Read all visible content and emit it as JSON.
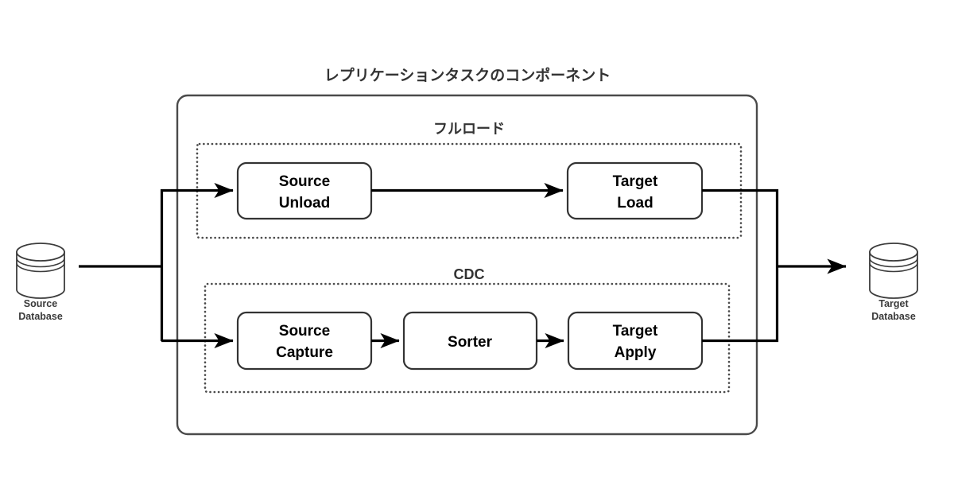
{
  "diagram": {
    "title": "レプリケーションタスクのコンポーネント",
    "type": "flow-diagram",
    "background_color": "#ffffff",
    "stroke_color": "#333333",
    "dotted_stroke_color": "#4a4a4a",
    "line_color": "#000000",
    "label_color": "#3a3a3a"
  },
  "endpoints": {
    "source": {
      "name": "source-database",
      "label_line1": "Source",
      "label_line2": "Database",
      "icon": "database-cylinder-icon"
    },
    "target": {
      "name": "target-database",
      "label_line1": "Target",
      "label_line2": "Database",
      "icon": "database-cylinder-icon"
    }
  },
  "sections": [
    {
      "id": "full-load",
      "label": "フルロード",
      "nodes": [
        {
          "id": "source-unload",
          "line1": "Source",
          "line2": "Unload"
        },
        {
          "id": "target-load",
          "line1": "Target",
          "line2": "Load"
        }
      ]
    },
    {
      "id": "cdc",
      "label": "CDC",
      "nodes": [
        {
          "id": "source-capture",
          "line1": "Source",
          "line2": "Capture"
        },
        {
          "id": "sorter",
          "line1": "Sorter",
          "line2": ""
        },
        {
          "id": "target-apply",
          "line1": "Target",
          "line2": "Apply"
        }
      ]
    }
  ]
}
